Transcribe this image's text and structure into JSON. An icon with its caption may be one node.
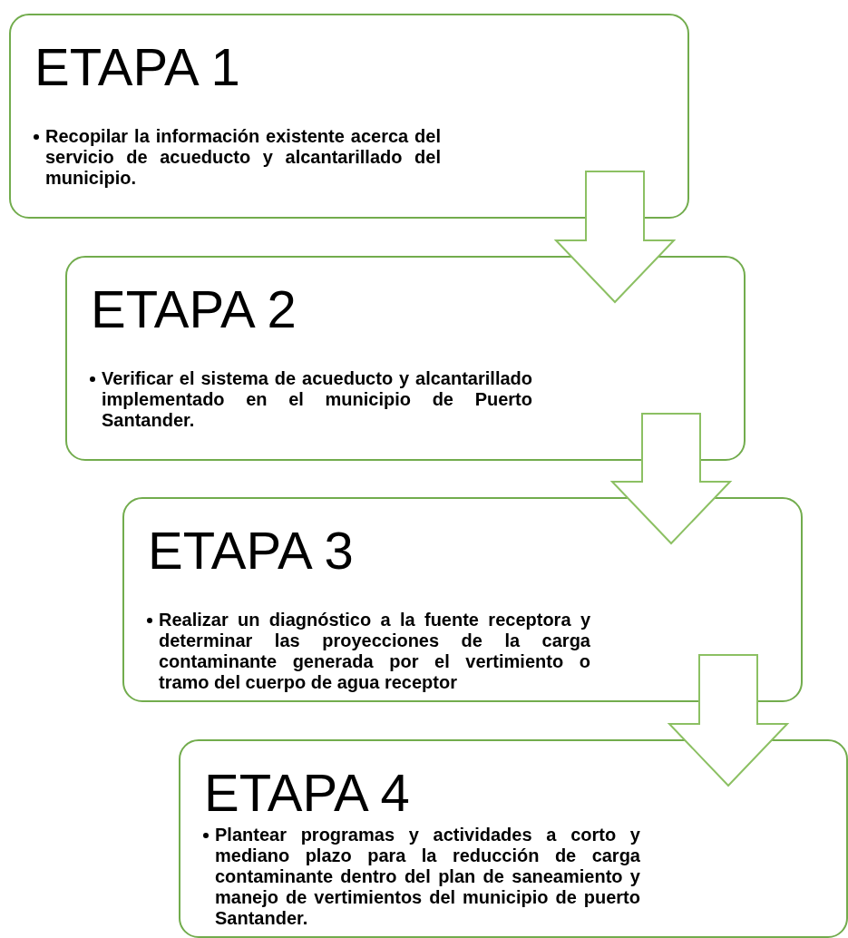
{
  "diagram": {
    "nodes": [
      {
        "text": [
          "ETAPA 1",
          "Recopilar la información existente acerca del servicio de acueducto y alcantarillado del municipio."
        ]
      },
      {
        "text": [
          "ETAPA 2",
          "Verificar el sistema de acueducto y alcantarillado implementado en el municipio de Puerto Santander."
        ]
      },
      {
        "text": [
          "ETAPA 3",
          "Realizar un diagnóstico a la fuente receptora y determinar las proyecciones de la carga contaminante generada por el vertimiento o tramo del cuerpo de agua receptor"
        ]
      },
      {
        "text": [
          "ETAPA 4",
          "Plantear programas y actividades a corto y mediano plazo para la reducción de carga contaminante dentro del plan de saneamiento y manejo de vertimientos del municipio de puerto Santander."
        ]
      }
    ],
    "edges": [
      {
        "from": 0,
        "to": 1,
        "arrow": "to"
      },
      {
        "from": 1,
        "to": 2,
        "arrow": "to"
      },
      {
        "from": 2,
        "to": 3,
        "arrow": "to"
      }
    ]
  }
}
